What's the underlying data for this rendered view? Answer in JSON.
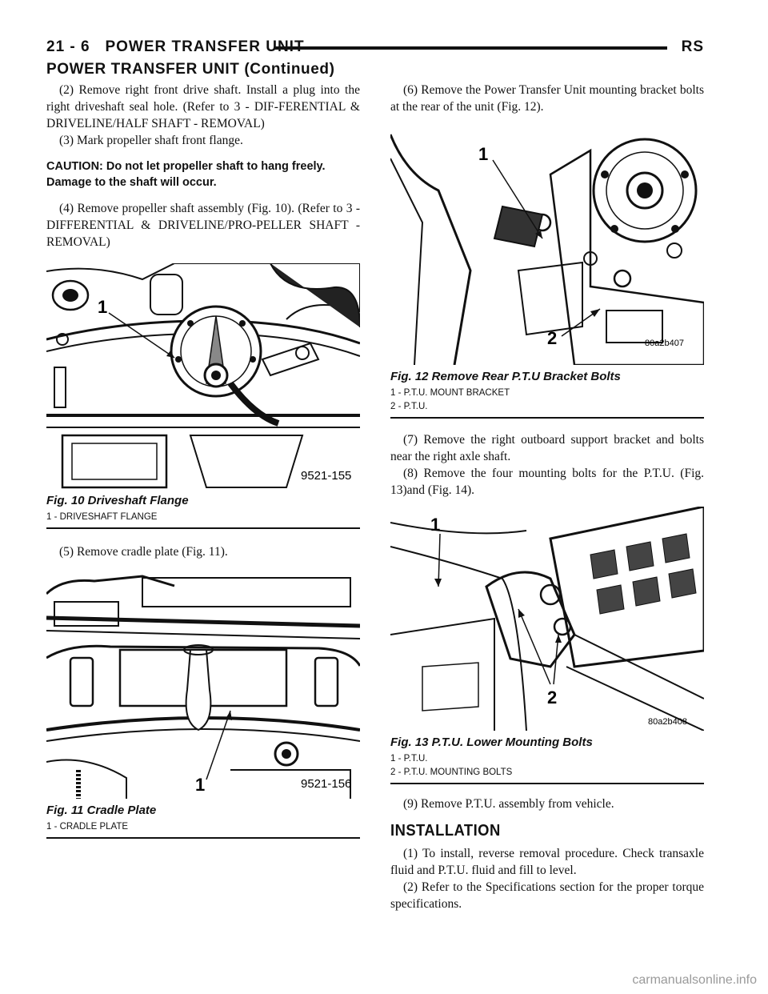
{
  "header": {
    "section_number": "21 - 6",
    "section_title": "POWER TRANSFER UNIT",
    "model_code": "RS",
    "continued_title": "POWER TRANSFER UNIT (Continued)"
  },
  "left_column": {
    "step2": "(2) Remove right front drive shaft. Install a plug into the right driveshaft seal hole. (Refer to 3 - DIF-FERENTIAL & DRIVELINE/HALF SHAFT - REMOVAL)",
    "step3": "(3) Mark propeller shaft front flange.",
    "caution": "CAUTION: Do not let propeller shaft to hang freely. Damage to the shaft will occur.",
    "step4": "(4) Remove propeller shaft assembly (Fig. 10). (Refer to 3 - DIFFERENTIAL & DRIVELINE/PRO-PELLER SHAFT - REMOVAL)",
    "fig10": {
      "callout_1": "1",
      "code": "9521-155",
      "title": "Fig. 10 Driveshaft Flange",
      "legend": [
        "1 - DRIVESHAFT FLANGE"
      ]
    },
    "step5": "(5) Remove cradle plate (Fig. 11).",
    "fig11": {
      "callout_1": "1",
      "code": "9521-156",
      "title": "Fig. 11 Cradle Plate",
      "legend": [
        "1 - CRADLE PLATE"
      ]
    }
  },
  "right_column": {
    "step6": "(6) Remove the Power Transfer Unit mounting bracket bolts at the rear of the unit (Fig. 12).",
    "fig12": {
      "callout_1": "1",
      "callout_2": "2",
      "code": "80a2b407",
      "title": "Fig. 12 Remove Rear P.T.U Bracket Bolts",
      "legend": [
        "1 - P.T.U. MOUNT BRACKET",
        "2 - P.T.U."
      ]
    },
    "step7": "(7) Remove the right outboard support bracket and bolts near the right axle shaft.",
    "step8": "(8) Remove the four mounting bolts for the P.T.U. (Fig. 13)and (Fig. 14).",
    "fig13": {
      "callout_1": "1",
      "callout_2": "2",
      "code": "80a2b408",
      "title": "Fig. 13 P.T.U. Lower Mounting Bolts",
      "legend": [
        "1 - P.T.U.",
        "2 - P.T.U. MOUNTING BOLTS"
      ]
    },
    "step9": "(9) Remove P.T.U. assembly from vehicle.",
    "installation_heading": "INSTALLATION",
    "install1": "(1) To install, reverse removal procedure. Check transaxle fluid and P.T.U. fluid and fill to level.",
    "install2": "(2) Refer to the Specifications section for the proper torque specifications."
  },
  "watermark": "carmanualsonline.info"
}
